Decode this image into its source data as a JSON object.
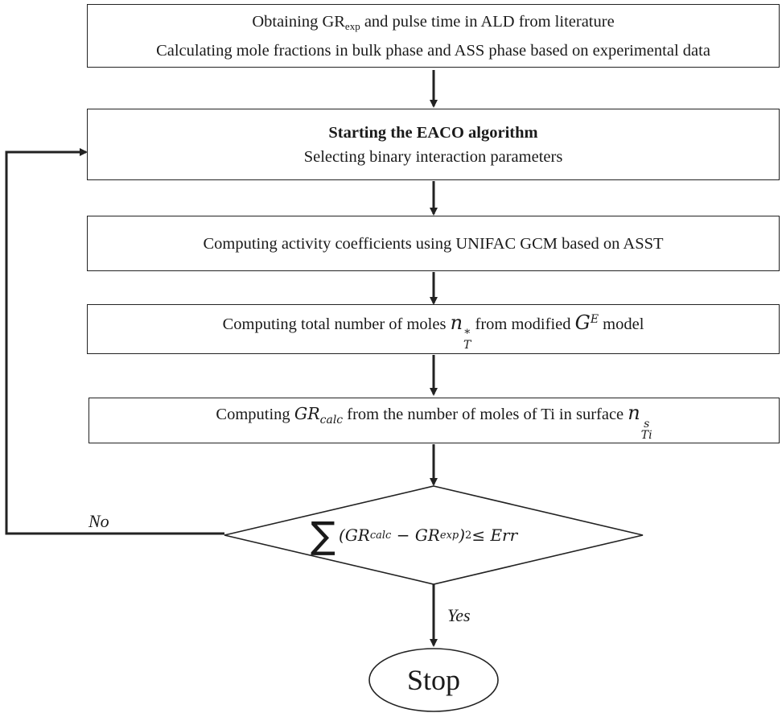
{
  "steps": {
    "obtain": {
      "line1_pre": "Obtaining GR",
      "line1_sub": "exp",
      "line1_post": " and pulse time in ALD from literature",
      "line2": "Calculating mole fractions in bulk phase and ASS phase based on experimental data"
    },
    "eaco": {
      "title": "Starting the EACO algorithm",
      "subtitle": "Selecting binary interaction parameters"
    },
    "activity": {
      "text": "Computing activity coefficients using UNIFAC GCM based on ASST"
    },
    "moles": {
      "pre": "Computing total number of moles ",
      "n_sym": "n",
      "n_sup": "*",
      "n_sub": "T",
      "mid": " from modified ",
      "g_sym": "G",
      "g_sup": "E",
      "post": " model"
    },
    "grcalc": {
      "pre": "Computing ",
      "gr_sym": "GR",
      "gr_sub": "calc",
      "mid": " from the number of moles of Ti in surface ",
      "n_sym": "n",
      "n_sup": "s",
      "n_sub": "Ti"
    }
  },
  "decision": {
    "sigma": "∑",
    "open": "(",
    "gr1": "GR",
    "gr1_sub": "calc",
    "minus": " − ",
    "gr2": "GR",
    "gr2_sub": "exp",
    "close": ")",
    "power": "2",
    "leq": "≤ ",
    "err": "Err"
  },
  "labels": {
    "no": "No",
    "yes": "Yes"
  },
  "terminal": {
    "stop": "Stop"
  }
}
